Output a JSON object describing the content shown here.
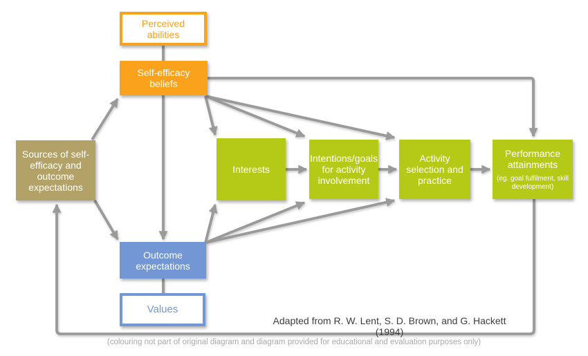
{
  "diagram": {
    "attribution": "Adapted from R. W. Lent, S. D. Brown, and G. Hackett (1994)",
    "footnote": "(colouring not part of original diagram and diagram provided for educational and evaluation purposes only)",
    "colors": {
      "orange": "#FAA21C",
      "tan": "#B3A267",
      "green": "#B4CA17",
      "blue": "#7396D5",
      "arrow_gray": "#9A9A9A",
      "attribution_text": "#3C3C3C",
      "footnote_text": "#A9A9A9"
    },
    "nodes": {
      "perceived": {
        "label": "Perceived abilities",
        "style": "white box, orange border, orange text"
      },
      "self_efficacy": {
        "label": "Self-efficacy beliefs",
        "style": "orange fill, white text"
      },
      "sources": {
        "label": "Sources of self-efficacy and outcome expectations",
        "style": "tan fill, white text"
      },
      "interests": {
        "label": "Interests",
        "style": "green fill, white text"
      },
      "intentions": {
        "label": "Intentions/goals for activity involvement",
        "style": "green fill, white text"
      },
      "activity": {
        "label": "Activity selection and practice",
        "style": "green fill, white text"
      },
      "performance": {
        "label": "Performance attainments",
        "sublabel": "(eg. goal fulfilment, skill development)",
        "style": "green fill, white text"
      },
      "outcome": {
        "label": "Outcome expectations",
        "style": "blue fill, white text"
      },
      "values": {
        "label": "Values",
        "style": "white box, blue border, blue text"
      }
    },
    "edges": [
      {
        "from": "perceived",
        "to": "self_efficacy",
        "arrow": false
      },
      {
        "from": "sources",
        "to": "self_efficacy",
        "arrow": true
      },
      {
        "from": "sources",
        "to": "outcome",
        "arrow": true
      },
      {
        "from": "self_efficacy",
        "to": "outcome",
        "arrow": true
      },
      {
        "from": "self_efficacy",
        "to": "interests",
        "arrow": true
      },
      {
        "from": "self_efficacy",
        "to": "intentions",
        "arrow": true
      },
      {
        "from": "self_efficacy",
        "to": "activity",
        "arrow": true
      },
      {
        "from": "self_efficacy",
        "to": "performance",
        "arrow": true,
        "route": "over the top"
      },
      {
        "from": "outcome",
        "to": "interests",
        "arrow": true
      },
      {
        "from": "outcome",
        "to": "intentions",
        "arrow": true
      },
      {
        "from": "outcome",
        "to": "activity",
        "arrow": true
      },
      {
        "from": "interests",
        "to": "intentions",
        "arrow": true
      },
      {
        "from": "intentions",
        "to": "activity",
        "arrow": true
      },
      {
        "from": "activity",
        "to": "performance",
        "arrow": true
      },
      {
        "from": "performance",
        "to": "sources",
        "arrow": true,
        "route": "down right side and along bottom feedback loop"
      },
      {
        "from": "values",
        "to": "outcome",
        "arrow": false
      }
    ]
  }
}
